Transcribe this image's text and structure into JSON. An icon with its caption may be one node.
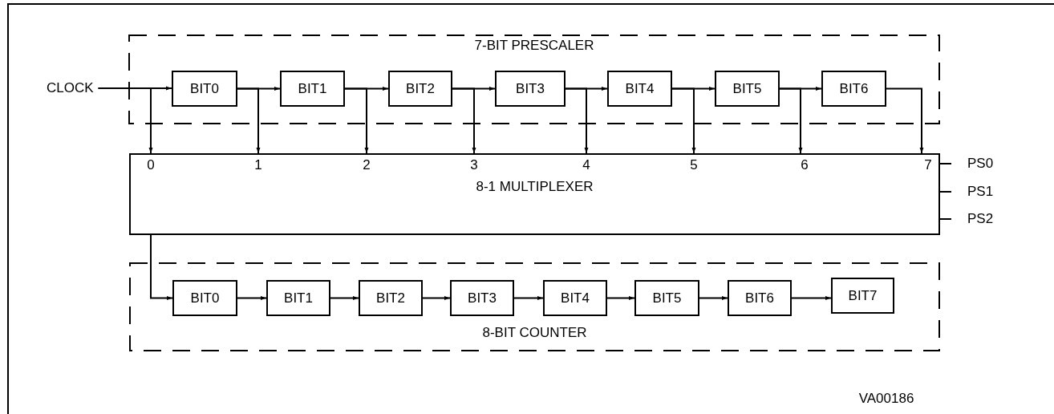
{
  "diagram": {
    "nodes": [
      {
        "text": [
          "7-BIT PRESCALER"
        ]
      },
      {
        "text": [
          "CLOCK"
        ]
      },
      {
        "text": [
          "BIT0"
        ],
        "in": 0
      },
      {
        "text": [
          "BIT1"
        ],
        "in": 0
      },
      {
        "text": [
          "BIT2"
        ],
        "in": 0
      },
      {
        "text": [
          "BIT3"
        ],
        "in": 0
      },
      {
        "text": [
          "BIT4"
        ],
        "in": 0
      },
      {
        "text": [
          "BIT5"
        ],
        "in": 0
      },
      {
        "text": [
          "BIT6"
        ],
        "in": 0
      },
      {
        "text": [
          "8-1 MULTIPLEXER"
        ]
      },
      {
        "text": [
          "8-BIT COUNTER"
        ]
      },
      {
        "text": [
          "BIT0"
        ],
        "in": 10
      },
      {
        "text": [
          "BIT1"
        ],
        "in": 10
      },
      {
        "text": [
          "BIT2"
        ],
        "in": 10
      },
      {
        "text": [
          "BIT3"
        ],
        "in": 10
      },
      {
        "text": [
          "BIT4"
        ],
        "in": 10
      },
      {
        "text": [
          "BIT5"
        ],
        "in": 10
      },
      {
        "text": [
          "BIT6"
        ],
        "in": 10
      },
      {
        "text": [
          "BIT7"
        ],
        "in": 10
      },
      {
        "text": [
          "PS0"
        ]
      },
      {
        "text": [
          "PS1"
        ]
      },
      {
        "text": [
          "PS2"
        ]
      }
    ],
    "edges": [
      {
        "from": 1,
        "to": 2,
        "arrow": "to"
      },
      {
        "from": 1,
        "to": 9,
        "arrow": "to"
      },
      {
        "from": 2,
        "to": 3,
        "arrow": "to"
      },
      {
        "from": 3,
        "to": 4,
        "arrow": "to"
      },
      {
        "from": 4,
        "to": 5,
        "arrow": "to"
      },
      {
        "from": 5,
        "to": 6,
        "arrow": "to"
      },
      {
        "from": 6,
        "to": 7,
        "arrow": "to"
      },
      {
        "from": 7,
        "to": 8,
        "arrow": "to"
      },
      {
        "from": 2,
        "to": 9,
        "arrow": "to"
      },
      {
        "from": 3,
        "to": 9,
        "arrow": "to"
      },
      {
        "from": 4,
        "to": 9,
        "arrow": "to"
      },
      {
        "from": 5,
        "to": 9,
        "arrow": "to"
      },
      {
        "from": 6,
        "to": 9,
        "arrow": "to"
      },
      {
        "from": 7,
        "to": 9,
        "arrow": "to"
      },
      {
        "from": 8,
        "to": 9,
        "arrow": "to"
      },
      {
        "from": 9,
        "to": 11,
        "arrow": "to"
      },
      {
        "from": 11,
        "to": 12,
        "arrow": "to"
      },
      {
        "from": 12,
        "to": 13,
        "arrow": "to"
      },
      {
        "from": 13,
        "to": 14,
        "arrow": "to"
      },
      {
        "from": 14,
        "to": 15,
        "arrow": "to"
      },
      {
        "from": 15,
        "to": 16,
        "arrow": "to"
      },
      {
        "from": 16,
        "to": 17,
        "arrow": "to"
      },
      {
        "from": 17,
        "to": 18,
        "arrow": "to"
      },
      {
        "from": 9,
        "to": 19,
        "arrow": "none"
      },
      {
        "from": 9,
        "to": 20,
        "arrow": "none"
      },
      {
        "from": 9,
        "to": 21,
        "arrow": "none"
      }
    ],
    "labels": [
      "0",
      "1",
      "2",
      "3",
      "4",
      "5",
      "6",
      "7",
      "VA00186"
    ]
  }
}
